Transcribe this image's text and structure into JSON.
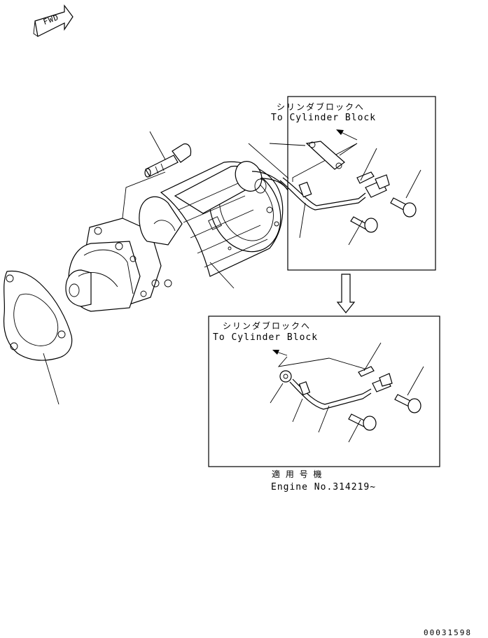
{
  "fwd_label": "FWD",
  "box_top": {
    "label_jp": "シリンダブロックへ",
    "label_en": "To Cylinder Block"
  },
  "box_bottom": {
    "label_jp": "シリンダブロックへ",
    "label_en": "To Cylinder Block"
  },
  "applicable_jp": "適 用 号 機",
  "engine_no": "Engine No.314219~",
  "drawing_no": "00031598"
}
